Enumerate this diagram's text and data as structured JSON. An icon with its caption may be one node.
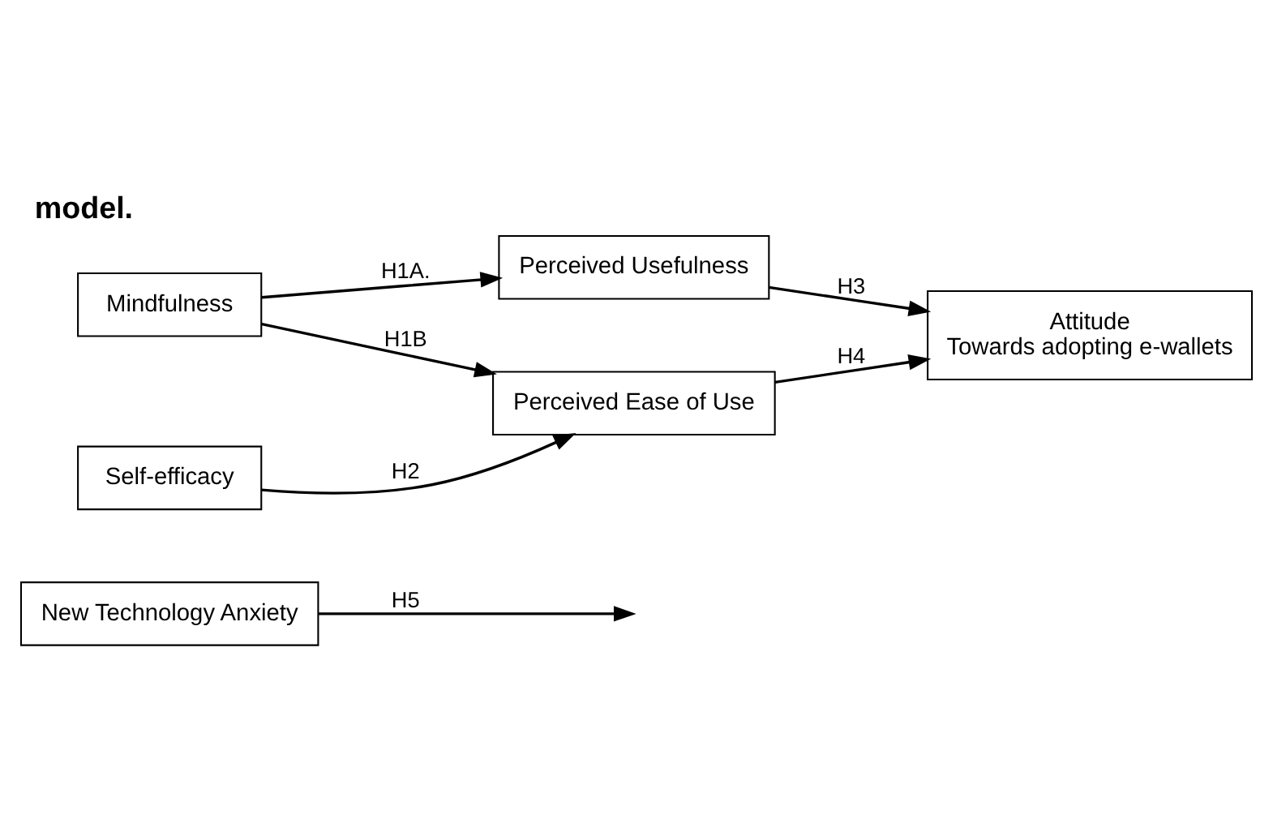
{
  "diagram": {
    "title": "model.",
    "nodes": [
      {
        "text": [
          "New Technology Anxiety"
        ]
      },
      {
        "text": [
          "Mindfulness"
        ]
      },
      {
        "text": [
          "Perceived Usefulness"
        ]
      },
      {
        "text": [
          "Attitude",
          "Towards adopting e-wallets"
        ]
      },
      {
        "text": [
          "Self-efficacy"
        ]
      },
      {
        "text": [
          "Perceived Ease of Use"
        ]
      }
    ],
    "edges": [
      {
        "from": 1,
        "to": 2,
        "arrow": "to",
        "label": "H1A."
      },
      {
        "from": 1,
        "to": 5,
        "arrow": "to",
        "label": "H1B"
      },
      {
        "from": 4,
        "to": 5,
        "arrow": "to",
        "label": "H2"
      },
      {
        "from": 2,
        "to": 3,
        "arrow": "to",
        "label": "H3"
      },
      {
        "from": 5,
        "to": 3,
        "arrow": "to",
        "label": "H4"
      },
      {
        "from": 0,
        "to": null,
        "arrow": "to",
        "label": "H5"
      }
    ]
  }
}
